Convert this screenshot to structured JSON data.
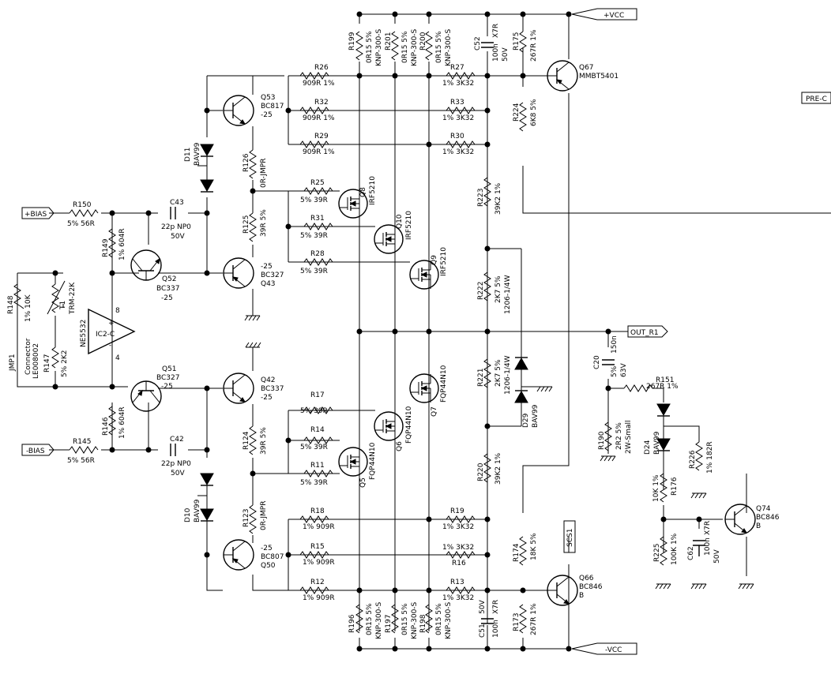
{
  "net_labels": {
    "vcc_top": "+VCC",
    "vcc_bottom": "-VCC",
    "bias_pos": "+BIAS",
    "bias_neg": "-BIAS",
    "out": "OUT_R1",
    "pre": "PRE-C",
    "scs": "SCS1"
  },
  "ic": {
    "name": "IC2-C",
    "part": "NE5532",
    "pin_top": "8",
    "pin_bottom": "4",
    "plus": "+",
    "minus": "-"
  },
  "jumper": {
    "ref": "JMP1",
    "lines": [
      "Connector",
      "LE008002"
    ]
  },
  "trimmer": {
    "ref": "T1",
    "value": "TRM-22K"
  },
  "transistors": [
    {
      "ref": "Q53",
      "l1": "BC817",
      "l2": "-25"
    },
    {
      "ref": "Q43",
      "l1": "-25",
      "l2": "BC327"
    },
    {
      "ref": "Q52",
      "l1": "BC337",
      "l2": "-25"
    },
    {
      "ref": "Q51",
      "l1": "BC327",
      "l2": "-25"
    },
    {
      "ref": "Q42",
      "l1": "BC337",
      "l2": "-25"
    },
    {
      "ref": "Q50",
      "l1": "-25",
      "l2": "BC807"
    },
    {
      "ref": "Q67",
      "l1": "MMBT5401",
      "l2": ""
    },
    {
      "ref": "Q66",
      "l1": "BC846",
      "l2": "B"
    },
    {
      "ref": "Q74",
      "l1": "BC846",
      "l2": "B"
    }
  ],
  "mosfets": [
    {
      "ref": "Q8",
      "part": "IRF5210"
    },
    {
      "ref": "Q10",
      "part": "IRF5210"
    },
    {
      "ref": "Q9",
      "part": "IRF5210"
    },
    {
      "ref": "Q7",
      "part": "FQP44N10"
    },
    {
      "ref": "Q6",
      "part": "FQP44N10"
    },
    {
      "ref": "Q5",
      "part": "FQP44N10"
    }
  ],
  "resistors": [
    {
      "ref": "R150",
      "value": "5%  56R"
    },
    {
      "ref": "R145",
      "value": "5%  56R"
    },
    {
      "ref": "R149",
      "value": "1%  604R"
    },
    {
      "ref": "R146",
      "value": "1%  604R"
    },
    {
      "ref": "R148",
      "value": "1%  10K"
    },
    {
      "ref": "R147",
      "value": "5%  2K2"
    },
    {
      "ref": "R126",
      "value": "0R-JMPR"
    },
    {
      "ref": "R125",
      "value": "39R  5%"
    },
    {
      "ref": "R124",
      "value": "39R  5%"
    },
    {
      "ref": "R123",
      "value": "0R-JMPR"
    },
    {
      "ref": "R26",
      "value": "909R  1%"
    },
    {
      "ref": "R32",
      "value": "909R  1%"
    },
    {
      "ref": "R29",
      "value": "909R  1%"
    },
    {
      "ref": "R18",
      "value": "1%  909R"
    },
    {
      "ref": "R15",
      "value": "1%  909R"
    },
    {
      "ref": "R12",
      "value": "1%  909R"
    },
    {
      "ref": "R25",
      "value": "5%  39R"
    },
    {
      "ref": "R31",
      "value": "5%  39R"
    },
    {
      "ref": "R28",
      "value": "5%  39R"
    },
    {
      "ref": "R17",
      "value": "5%  39R"
    },
    {
      "ref": "R14",
      "value": "5%  39R"
    },
    {
      "ref": "R11",
      "value": "5%  39R"
    },
    {
      "ref": "R27",
      "value": "1%  3K32"
    },
    {
      "ref": "R33",
      "value": "1%  3K32"
    },
    {
      "ref": "R30",
      "value": "1%  3K32"
    },
    {
      "ref": "R19",
      "value": "1%  3K32"
    },
    {
      "ref": "R16",
      "value": "1%  3K32"
    },
    {
      "ref": "R13",
      "value": "1%  3K32"
    },
    {
      "ref": "R199",
      "value": "0R15 5%",
      "part": "KNP-300-S"
    },
    {
      "ref": "R201",
      "value": "0R15 5%",
      "part": "KNP-300-S"
    },
    {
      "ref": "R200",
      "value": "0R15 5%",
      "part": "KNP-300-S"
    },
    {
      "ref": "R196",
      "value": "0R15 5%",
      "part": "KNP-300-S"
    },
    {
      "ref": "R197",
      "value": "0R15 5%",
      "part": "KNP-300-S"
    },
    {
      "ref": "R198",
      "value": "0R15 5%",
      "part": "KNP-300-S"
    },
    {
      "ref": "R175",
      "value": "267R  1%"
    },
    {
      "ref": "R224",
      "value": "6K8  5%"
    },
    {
      "ref": "R223",
      "value": "39K2  1%"
    },
    {
      "ref": "R222",
      "value": "2K7  5%",
      "part": "1206-1/4W"
    },
    {
      "ref": "R221",
      "value": "2K7  5%",
      "part": "1206-1/4W"
    },
    {
      "ref": "R220",
      "value": "39K2  1%"
    },
    {
      "ref": "R174",
      "value": "18K  5%"
    },
    {
      "ref": "R173",
      "value": "267R  1%"
    },
    {
      "ref": "R151",
      "value": "267R  1%"
    },
    {
      "ref": "R190",
      "value": "2R2  5%",
      "part": "2W-Small"
    },
    {
      "ref": "R176",
      "value": "10K  1%"
    },
    {
      "ref": "R226",
      "value": "1%  182R"
    },
    {
      "ref": "R225",
      "value": "100K  1%"
    }
  ],
  "capacitors": [
    {
      "ref": "C43",
      "value": "22p",
      "dielectric": "NP0",
      "voltage": "50V"
    },
    {
      "ref": "C42",
      "value": "22p",
      "dielectric": "NP0",
      "voltage": "50V"
    },
    {
      "ref": "C52",
      "value": "100n",
      "dielectric": "X7R",
      "voltage": "50V"
    },
    {
      "ref": "C51",
      "value": "100n",
      "dielectric": "X7R",
      "voltage": "50V"
    },
    {
      "ref": "C20",
      "value": "150n",
      "tolerance": "5%",
      "voltage": "63V"
    },
    {
      "ref": "C62",
      "value": "100n",
      "dielectric": "X7R",
      "voltage": "50V"
    }
  ],
  "diodes": [
    {
      "ref": "D11",
      "part": "BAV99"
    },
    {
      "ref": "D10",
      "part": "BAV99"
    },
    {
      "ref": "D29",
      "part": "BAV99"
    },
    {
      "ref": "D24",
      "part": "BAV99"
    }
  ]
}
